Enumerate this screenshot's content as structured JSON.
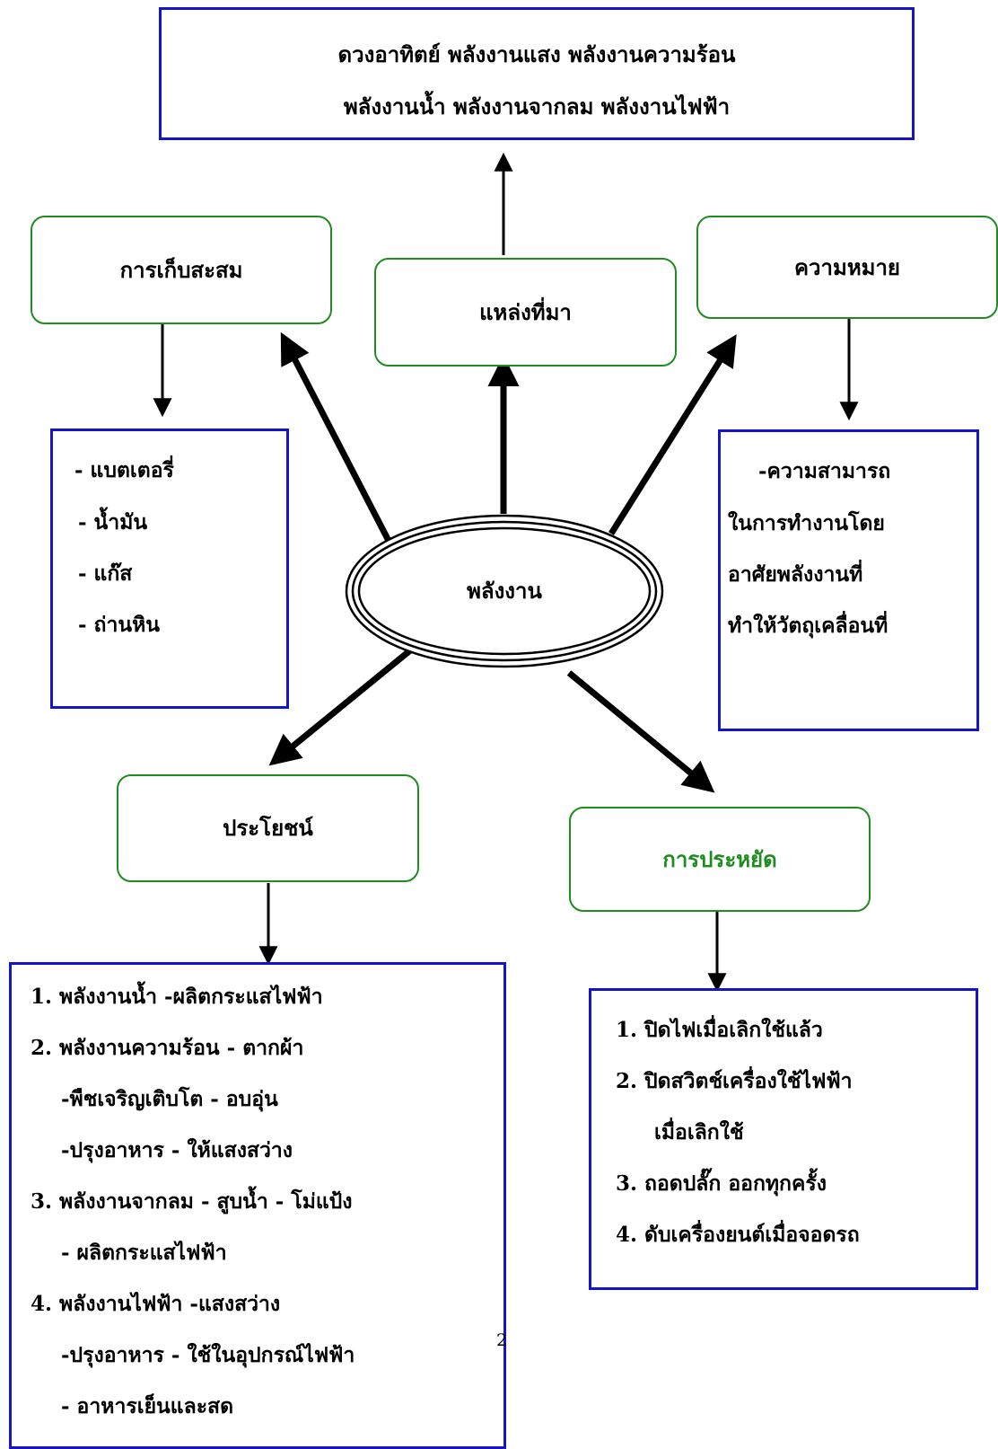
{
  "diagram": {
    "center_node": {
      "label": "พลังงาน"
    },
    "top_sources_box": {
      "lines": [
        "ดวงอาทิตย์ พลังงานแสง  พลังงานความร้อน",
        "พลังงานน้ำ  พลังงานจากลม   พลังงานไฟฟ้า"
      ]
    },
    "nodes": {
      "storage": {
        "label": "การเก็บสะสม",
        "items": [
          "-  แบตเตอรี่",
          "- น้ำมัน",
          "- แก๊ส",
          "- ถ่านหิน"
        ]
      },
      "source": {
        "label": "แหล่งที่มา"
      },
      "meaning": {
        "label": "ความหมาย",
        "lines": [
          "-ความสามารถ",
          "ในการทำงานโดย",
          "อาศัยพลังงานที่",
          "ทำให้วัตถุเคลื่อนที่"
        ]
      },
      "benefits": {
        "label": "ประโยชน์",
        "items": [
          "1. พลังงานน้ำ -ผลิตกระแสไฟฟ้า",
          "2. พลังงานความร้อน  - ตากผ้า",
          "-พืชเจริญเติบโต - อบอุ่น",
          "-ปรุงอาหาร - ให้แสงสว่าง",
          "3. พลังงานจากลม -  สูบน้ำ  - โม่แป้ง",
          "- ผลิตกระแสไฟฟ้า",
          "4. พลังงานไฟฟ้า -แสงสว่าง",
          "-ปรุงอาหาร  - ใช้ในอุปกรณ์ไฟฟ้า",
          "- อาหารเย็นและสด"
        ]
      },
      "saving": {
        "label": "การประหยัด",
        "label_color": "#1e8c1e",
        "items": [
          "1. ปิดไฟเมื่อเลิกใช้แล้ว",
          "2. ปิดสวิตช์เครื่องใช้ไฟฟ้า",
          "เมื่อเลิกใช้",
          "3. ถอดปลั๊ก ออกทุกครั้ง",
          "4. ดับเครื่องยนต์เมื่อจอดรถ"
        ]
      }
    },
    "page_number": "2",
    "colors": {
      "blue_border": "#1414c8",
      "green_border": "#1e8c1e",
      "text": "#000000"
    }
  }
}
